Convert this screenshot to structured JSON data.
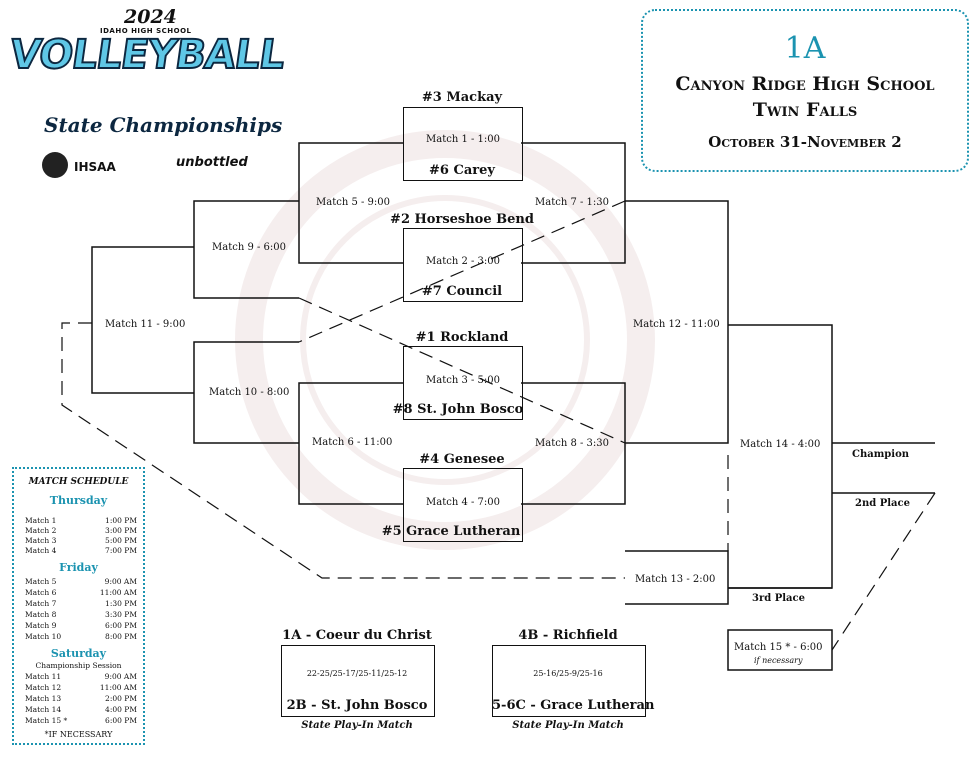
{
  "logo": {
    "year": "2024",
    "subtitle": "IDAHO HIGH SCHOOL",
    "main": "VOLLEYBALL",
    "tagline": "State Championships",
    "association": "IHSAA",
    "sponsor": "unbottled"
  },
  "header": {
    "classification": "1A",
    "venue_line1": "Canyon Ridge High School",
    "venue_line2": "Twin Falls",
    "dates": "October 31-November 2"
  },
  "teams": {
    "seed3": "#3 Mackay",
    "seed6": "#6 Carey",
    "seed2": "#2 Horseshoe Bend",
    "seed7": "#7 Council",
    "seed1": "#1 Rockland",
    "seed8": "#8 St. John Bosco",
    "seed4": "#4 Genesee",
    "seed5": "#5 Grace Lutheran"
  },
  "matches": {
    "m1": "Match 1 - 1:00",
    "m2": "Match 2 - 3:00",
    "m3": "Match 3 - 5:00",
    "m4": "Match 4 - 7:00",
    "m5": "Match 5 - 9:00",
    "m6": "Match 6 - 11:00",
    "m7": "Match 7 - 1:30",
    "m8": "Match 8 - 3:30",
    "m9": "Match 9 - 6:00",
    "m10": "Match 10 - 8:00",
    "m11": "Match 11 - 9:00",
    "m12": "Match 12 - 11:00",
    "m13": "Match 13 - 2:00",
    "m14": "Match 14 - 4:00",
    "m15": "Match 15 * - 6:00",
    "m15_note": "if necessary"
  },
  "places": {
    "champion": "Champion",
    "second": "2nd Place",
    "third": "3rd Place"
  },
  "playin": [
    {
      "top": "1A - Coeur du Christ",
      "score": "22-25/25-17/25-11/25-12",
      "bottom": "2B - St. John Bosco",
      "caption": "State Play-In Match"
    },
    {
      "top": "4B - Richfield",
      "score": "25-16/25-9/25-16",
      "bottom": "5-6C - Grace Lutheran",
      "caption": "State Play-In Match"
    }
  ],
  "schedule": {
    "title": "MATCH SCHEDULE",
    "days": [
      {
        "name": "Thursday",
        "session": "",
        "rows": [
          {
            "match": "Match 1",
            "time": "1:00 PM"
          },
          {
            "match": "Match 2",
            "time": "3:00 PM"
          },
          {
            "match": "Match 3",
            "time": "5:00 PM"
          },
          {
            "match": "Match 4",
            "time": "7:00 PM"
          }
        ]
      },
      {
        "name": "Friday",
        "session": "",
        "rows": [
          {
            "match": "Match 5",
            "time": "9:00 AM"
          },
          {
            "match": "Match 6",
            "time": "11:00 AM"
          },
          {
            "match": "Match 7",
            "time": "1:30 PM"
          },
          {
            "match": "Match 8",
            "time": "3:30 PM"
          },
          {
            "match": "Match 9",
            "time": "6:00 PM"
          },
          {
            "match": "Match 10",
            "time": "8:00 PM"
          }
        ]
      },
      {
        "name": "Saturday",
        "session": "Championship Session",
        "rows": [
          {
            "match": "Match 11",
            "time": "9:00 AM"
          },
          {
            "match": "Match 12",
            "time": "11:00 AM"
          },
          {
            "match": "Match 13",
            "time": "2:00 PM"
          },
          {
            "match": "Match 14",
            "time": "4:00 PM"
          },
          {
            "match": "Match 15 *",
            "time": "6:00 PM"
          }
        ]
      }
    ],
    "note": "*IF NECESSARY"
  },
  "colors": {
    "accent": "#1b93b0",
    "logo_blue": "#5fc7e6",
    "logo_navy": "#0c2740"
  }
}
